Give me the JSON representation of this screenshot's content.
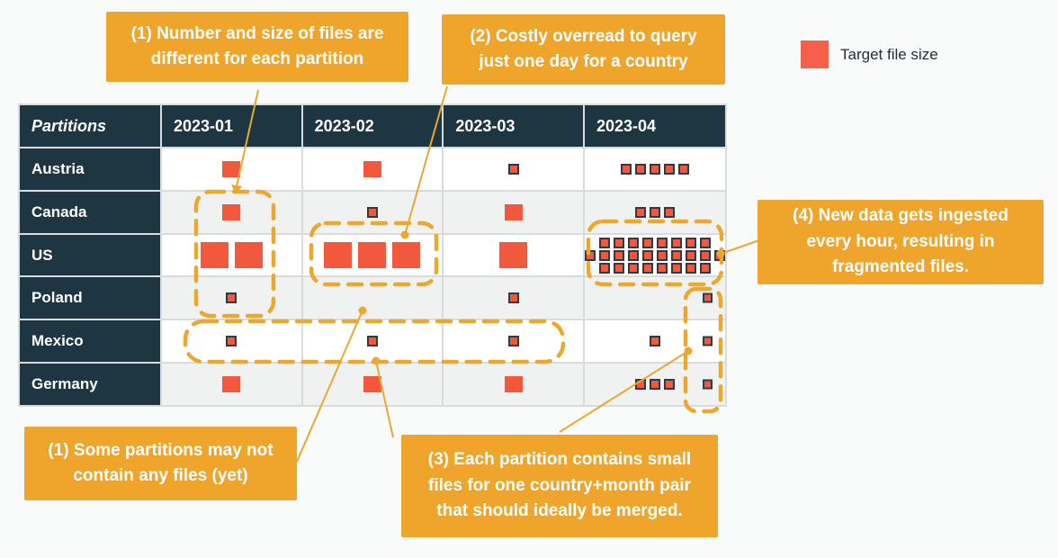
{
  "legend": {
    "label": "Target file size",
    "swatch_color": "#f4604a"
  },
  "annotations": {
    "note1_top": {
      "text": "(1) Number and size of files are different for each partition"
    },
    "note2": {
      "text": "(2) Costly overread to query just one day for a country"
    },
    "note4": {
      "text": "(4) New data gets ingested every hour, resulting in fragmented files."
    },
    "note1_bottom": {
      "text": "(1) Some partitions may not contain any files (yet)"
    },
    "note3": {
      "text": "(3) Each partition contains small files for one country+month pair that should ideally be merged."
    }
  },
  "table": {
    "header": [
      "Partitions",
      "2023-01",
      "2023-02",
      "2023-03",
      "2023-04"
    ],
    "rows": [
      {
        "label": "Austria",
        "cells": [
          {
            "groups": [
              {
                "size": "md",
                "count": 1
              }
            ]
          },
          {
            "groups": [
              {
                "size": "md",
                "count": 1
              }
            ]
          },
          {
            "groups": [
              {
                "size": "sm",
                "count": 1,
                "bordered": true
              }
            ]
          },
          {
            "groups": [
              {
                "size": "xs",
                "count": 5,
                "bordered": true
              }
            ]
          }
        ]
      },
      {
        "label": "Canada",
        "cells": [
          {
            "groups": [
              {
                "size": "md",
                "count": 1
              }
            ]
          },
          {
            "groups": [
              {
                "size": "sm",
                "count": 1,
                "bordered": true
              }
            ]
          },
          {
            "groups": [
              {
                "size": "md",
                "count": 1
              }
            ]
          },
          {
            "groups": [
              {
                "size": "xs",
                "count": 3,
                "bordered": true
              }
            ]
          }
        ]
      },
      {
        "label": "US",
        "cells": [
          {
            "groups": [
              {
                "size": "lg",
                "count": 2
              }
            ]
          },
          {
            "groups": [
              {
                "size": "lg",
                "count": 3
              }
            ]
          },
          {
            "groups": [
              {
                "size": "lg",
                "count": 1
              }
            ]
          },
          {
            "groups": [
              {
                "size": "xs",
                "count": 26,
                "bordered": true,
                "row_layout": [
                  8,
                  10,
                  8
                ]
              }
            ]
          }
        ]
      },
      {
        "label": "Poland",
        "cells": [
          {
            "groups": [
              {
                "size": "sm",
                "count": 1,
                "bordered": true
              }
            ]
          },
          {
            "groups": []
          },
          {
            "groups": [
              {
                "size": "sm",
                "count": 1,
                "bordered": true
              }
            ]
          },
          {
            "groups": [],
            "edge_file": true
          }
        ]
      },
      {
        "label": "Mexico",
        "cells": [
          {
            "groups": [
              {
                "size": "sm",
                "count": 1,
                "bordered": true
              }
            ]
          },
          {
            "groups": [
              {
                "size": "sm",
                "count": 1,
                "bordered": true
              }
            ]
          },
          {
            "groups": [
              {
                "size": "sm",
                "count": 1,
                "bordered": true
              }
            ]
          },
          {
            "groups": [
              {
                "size": "sm",
                "count": 1,
                "bordered": true
              }
            ],
            "edge_file": true
          }
        ]
      },
      {
        "label": "Germany",
        "cells": [
          {
            "groups": [
              {
                "size": "md",
                "count": 1
              }
            ]
          },
          {
            "groups": [
              {
                "size": "md",
                "count": 1
              }
            ]
          },
          {
            "groups": [
              {
                "size": "md",
                "count": 1
              }
            ]
          },
          {
            "groups": [
              {
                "size": "xs",
                "count": 3,
                "bordered": true
              }
            ],
            "edge_file": true
          }
        ]
      }
    ]
  },
  "colors": {
    "dark_header": "#1e3641",
    "file_square": "#f2583e",
    "callout": "#efa42c",
    "highlight_dash": "#eca72e",
    "alt_row": "#f0f1f1"
  }
}
